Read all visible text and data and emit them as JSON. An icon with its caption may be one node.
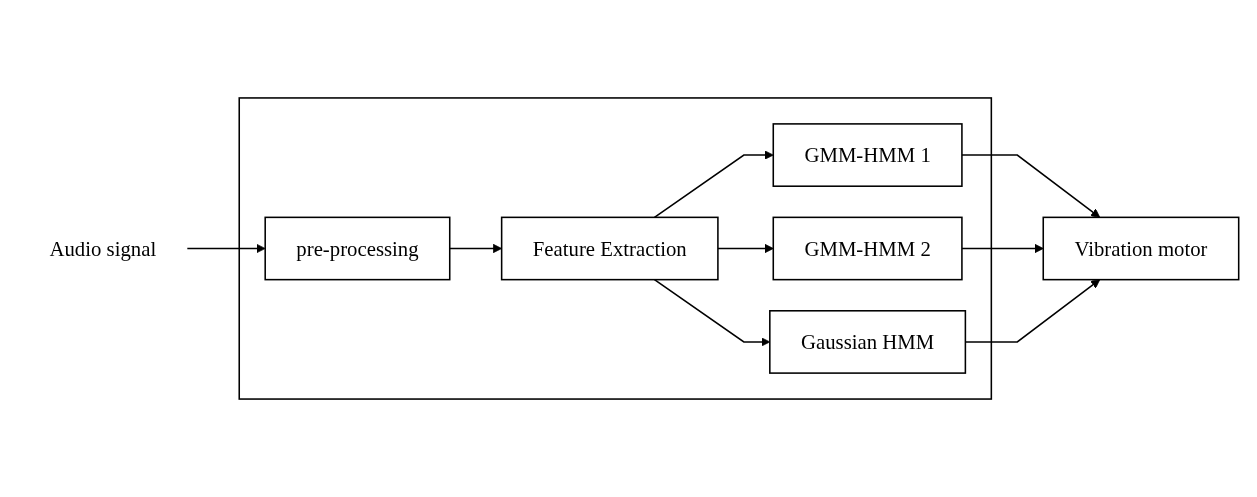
{
  "diagram": {
    "nodes": [
      {
        "text": [],
        "shape": "box"
      },
      {
        "text": [
          "Audio signal"
        ]
      },
      {
        "text": [
          "pre-processing"
        ],
        "in": 0
      },
      {
        "text": [
          "Feature Extraction"
        ],
        "in": 0
      },
      {
        "text": [
          "GMM-HMM 1"
        ],
        "in": 0
      },
      {
        "text": [
          "GMM-HMM 2"
        ],
        "in": 0
      },
      {
        "text": [
          "Gaussian HMM"
        ],
        "in": 0
      },
      {
        "text": [
          "Vibration motor"
        ]
      }
    ],
    "edges": [
      {
        "from": 1,
        "to": 2,
        "arrow": "to"
      },
      {
        "from": 2,
        "to": 3,
        "arrow": "to"
      },
      {
        "from": 3,
        "to": 4,
        "arrow": "to"
      },
      {
        "from": 3,
        "to": 5,
        "arrow": "to"
      },
      {
        "from": 3,
        "to": 6,
        "arrow": "to"
      },
      {
        "from": 4,
        "to": 7,
        "arrow": "to"
      },
      {
        "from": 5,
        "to": 7,
        "arrow": "to"
      },
      {
        "from": 6,
        "to": 7,
        "arrow": "to"
      }
    ]
  }
}
